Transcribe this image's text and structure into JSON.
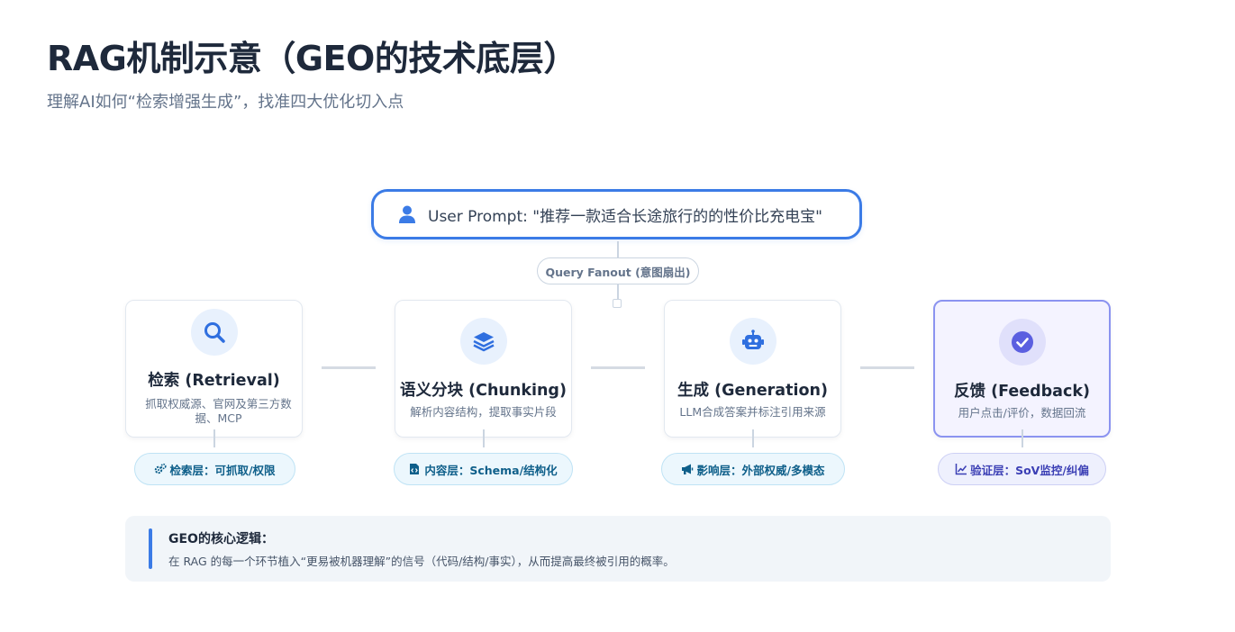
{
  "header": {
    "title": "RAG机制示意（GEO的技术底层）",
    "subtitle": "理解AI如何“检索增强生成”，找准四大优化切入点"
  },
  "prompt": {
    "text": "User Prompt: \"推荐一款适合长途旅行的的性价比充电宝\"",
    "icon": "user-icon"
  },
  "fanout": {
    "label": "Query Fanout (意图扇出)"
  },
  "stages": [
    {
      "title": "检索 (Retrieval)",
      "desc": "抓取权威源、官网及第三方数据、MCP",
      "icon": "search-icon",
      "tag": "检索层：可抓取/权限",
      "tag_icon": "gears-icon"
    },
    {
      "title": "语义分块 (Chunking)",
      "desc": "解析内容结构，提取事实片段",
      "icon": "layers-icon",
      "tag": "内容层：Schema/结构化",
      "tag_icon": "file-code-icon"
    },
    {
      "title": "生成 (Generation)",
      "desc": "LLM合成答案并标注引用来源",
      "icon": "robot-icon",
      "tag": "影响层：外部权威/多模态",
      "tag_icon": "megaphone-icon"
    },
    {
      "title": "反馈 (Feedback)",
      "desc": "用户点击/评价，数据回流",
      "icon": "check-circle-icon",
      "tag": "验证层：SoV监控/纠偏",
      "tag_icon": "chart-line-icon"
    }
  ],
  "logic": {
    "title": "GEO的核心逻辑：",
    "body": "在 RAG 的每一个环节植入“更易被机器理解”的信号（代码/结构/事实），从而提高最终被引用的概率。"
  },
  "colors": {
    "accent": "#3b7be6",
    "feedback_accent": "#5b5fe0",
    "tag_blue": "#0e5f8a",
    "tag_purple": "#3b3fb5"
  }
}
